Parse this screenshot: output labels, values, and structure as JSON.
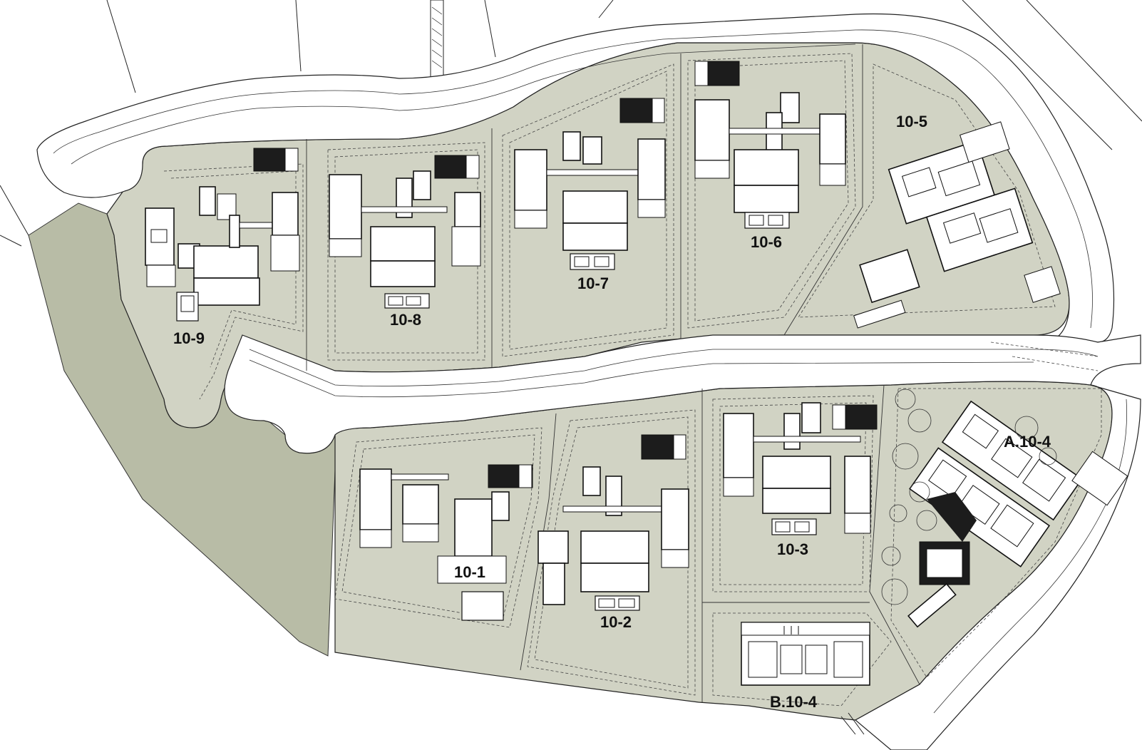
{
  "colors": {
    "block_fill": "#d1d3c4",
    "buffer_fill": "#b8bca6",
    "road_fill": "#ffffff",
    "line": "#222222",
    "dark_block": "#1c1c1c"
  },
  "lots": [
    {
      "id": "lot-10-9",
      "label": "10-9"
    },
    {
      "id": "lot-10-8",
      "label": "10-8"
    },
    {
      "id": "lot-10-7",
      "label": "10-7"
    },
    {
      "id": "lot-10-6",
      "label": "10-6"
    },
    {
      "id": "lot-10-5",
      "label": "10-5"
    },
    {
      "id": "lot-10-1",
      "label": "10-1"
    },
    {
      "id": "lot-10-2",
      "label": "10-2"
    },
    {
      "id": "lot-10-3",
      "label": "10-3"
    },
    {
      "id": "lot-a-10-4",
      "label": "A.10-4"
    },
    {
      "id": "lot-b-10-4",
      "label": "B.10-4"
    }
  ]
}
